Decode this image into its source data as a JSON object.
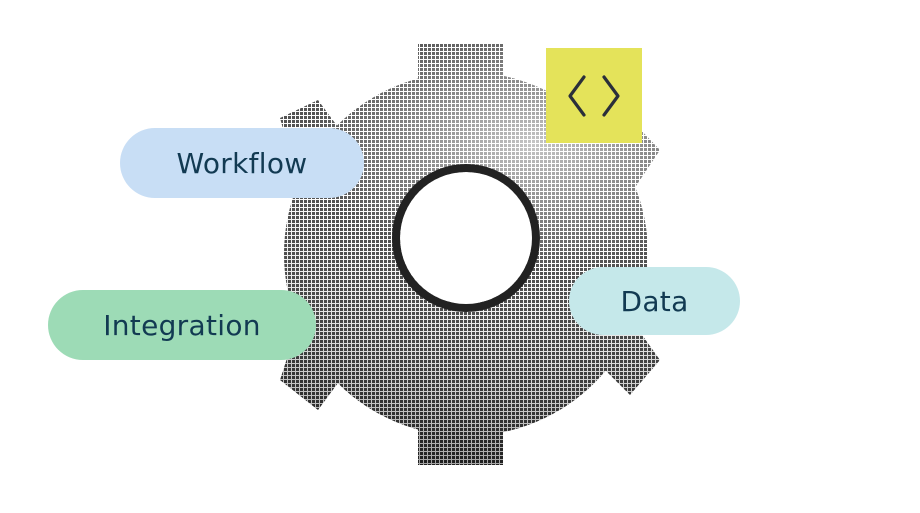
{
  "labels": {
    "workflow": "Workflow",
    "integration": "Integration",
    "data": "Data"
  },
  "icons": {
    "gear": "gear-icon",
    "code": "code-brackets-icon"
  },
  "colors": {
    "workflow_bg": "#c8def5",
    "integration_bg": "#9ddbb6",
    "data_bg": "#c5e8ea",
    "label_text": "#123a52",
    "code_badge_bg": "#e4e35a",
    "code_icon": "#2a2f3a",
    "gear_dark": "#111111"
  }
}
